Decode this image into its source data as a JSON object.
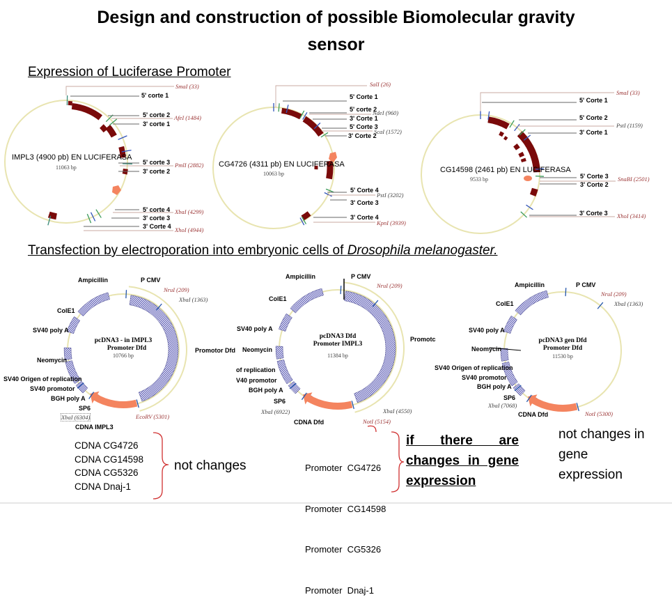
{
  "title": {
    "line1": "Design and construction of possible Biomolecular gravity",
    "line2": "sensor"
  },
  "section1": {
    "heading": "Expression of Luciferase Promoter"
  },
  "section2": {
    "heading_prefix": "Transfection by electroporation into embryonic cells of ",
    "heading_species": "Drosophila melanogaster."
  },
  "colors": {
    "backbone": "#e8e4b0",
    "insert": "#7a0a0a",
    "cds": "#f4845f",
    "feature": "#8a8ad0",
    "enzyme": "#9b3535",
    "brace": "#d03030"
  },
  "top_plasmids": [
    {
      "name": "IMPL3 (4900 pb) EN LUCIFERASA",
      "size": "11063 bp",
      "labels": [
        "5' corte 1",
        "5' corte 2",
        "3' corte 1",
        "5' corte 3",
        "3' corte 2",
        "5' corte 4",
        "3' corte 3",
        "3' Corte 4"
      ],
      "enzymes": [
        "SmaI (33)",
        "AfeI (1484)",
        "PmlI (2882)",
        "XbaI (4299)",
        "XhoI (4944)"
      ]
    },
    {
      "name": "CG4726 (4311 pb) EN LUCIFERASA",
      "size": "10063 bp",
      "labels": [
        "5' Corte 1",
        "5' corte 2",
        "3' Corte 1",
        "5' Corte 3",
        "3' Corte 2",
        "5' Corte 4",
        "3' Corte 3",
        "3' Corte 4"
      ],
      "enzymes": [
        "SalI (26)",
        "NdeI (960)",
        "ScaI (1572)",
        "PstI (3202)",
        "KpnI (3939)"
      ]
    },
    {
      "name": "CG14598 (2461 pb) EN LUCIFERASA",
      "size": "9533 bp",
      "labels": [
        "5' Corte 1",
        "5' Corte 2",
        "3' Corte 1",
        "5' Corte 3",
        "3' Corte 2",
        "3' Corte 3"
      ],
      "enzymes": [
        "SmaI (33)",
        "PstI (1159)",
        "SnaBI (2501)",
        "XhoI (3414)"
      ]
    }
  ],
  "bottom_plasmids": [
    {
      "name1": "pcDNA3 - in IMPL3",
      "name2": "Promoter Dfd",
      "size": "10766 bp",
      "features": [
        "Ampicillin",
        "P CMV",
        "ColE1",
        "SV40 poly A",
        "Promotor Dfd",
        "Neomycin",
        "SV40 Origen of replication",
        "SV40 promotor",
        "BGH poly A",
        "SP6",
        "CDNA IMPL3"
      ],
      "enzymes": [
        "NruI (209)",
        "XbaI (1363)",
        "XbaI (6304)",
        "EcoRV (5301)"
      ]
    },
    {
      "name1": "pcDNA3 Dfd",
      "name2": "Promoter IMPL3",
      "size": "11384 bp",
      "features": [
        "Ampicillin",
        "P CMV",
        "ColE1",
        "SV40 poly A",
        "Promotc",
        "Neomycin",
        "of replication",
        "V40 promotor",
        "BGH poly A",
        "SP6",
        "CDNA Dfd"
      ],
      "enzymes": [
        "NruI (209)",
        "XbaI (6922)",
        "XbaI (4550)",
        "NotI (5154)"
      ]
    },
    {
      "name1": "pcDNA3 gen Dfd",
      "name2": "Promoter Dfd",
      "size": "11530 bp",
      "features": [
        "Ampicillin",
        "P CMV",
        "ColE1",
        "SV40 poly A",
        "Neomycin",
        "SV40 Origen of replication",
        "SV40 promotor",
        "BGH poly A",
        "SP6",
        "CDNA Dfd"
      ],
      "enzymes": [
        "NruI (209)",
        "XbaI (1363)",
        "XbaI (7068)",
        "NotI (5300)"
      ]
    }
  ],
  "notes": {
    "cdna_list": [
      "CDNA CG4726",
      "CDNA CG14598",
      "CDNA CG5326",
      "CDNA Dnaj-1"
    ],
    "cdna_result": "not changes",
    "promoter_list": [
      "Promoter  CG4726",
      "Promoter  CG14598",
      "Promoter  CG5326",
      "Promoter  Dnaj-1"
    ],
    "promoter_result": "if there are changes in gene expression",
    "gene_result": "not changes in gene expression"
  }
}
